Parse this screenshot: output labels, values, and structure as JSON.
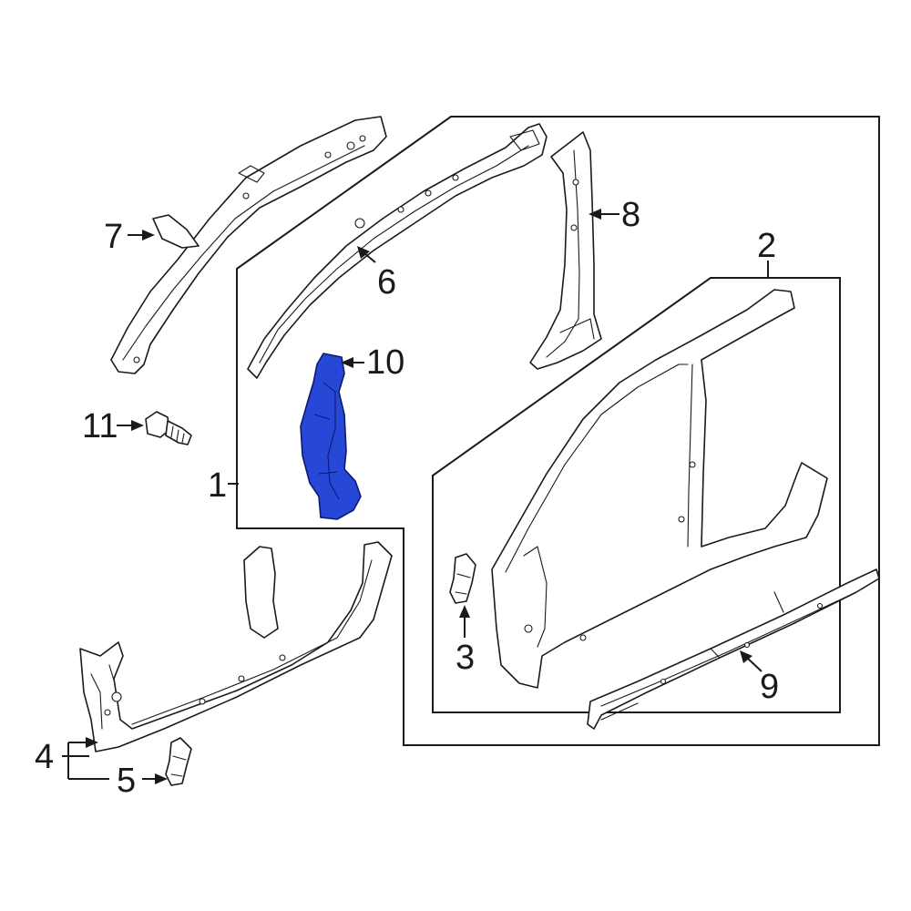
{
  "callouts": {
    "c1": "1",
    "c2": "2",
    "c3": "3",
    "c4": "4",
    "c5": "5",
    "c6": "6",
    "c7": "7",
    "c8": "8",
    "c9": "9",
    "c10": "10",
    "c11": "11"
  },
  "colors": {
    "highlighted_part": "#2747d6",
    "line": "#1a1a1a",
    "background": "#ffffff"
  }
}
